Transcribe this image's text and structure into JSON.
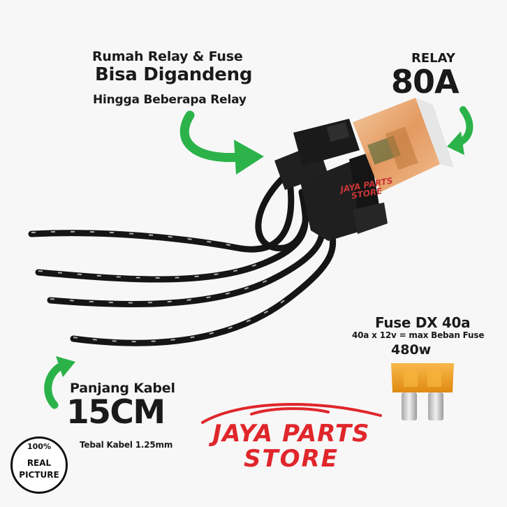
{
  "headline": {
    "line1": "Rumah Relay & Fuse",
    "line2": "Bisa Digandeng",
    "line3": "Hingga Beberapa Relay"
  },
  "relay": {
    "label": "RELAY",
    "value": "80A"
  },
  "fuse": {
    "title": "Fuse DX 40a",
    "formula": "40a x 12v = max Beban Fuse",
    "watt": "480w"
  },
  "cable": {
    "label": "Panjang Kabel",
    "length": "15CM",
    "thickness": "Tebal Kabel 1.25mm"
  },
  "badge": {
    "percent": "100%",
    "line1": "REAL",
    "line2": "PICTURE"
  },
  "brand": {
    "line1": "JAYA PARTS",
    "line2": "STORE",
    "watermark_line1": "JAYA PARTS",
    "watermark_line2": "STORE"
  },
  "colors": {
    "arrow": "#2bb34a",
    "brand": "#e0262b",
    "relay_body": "#e8a56a",
    "fuse_body": "#f2a022",
    "housing": "#1d1d1d",
    "wire": "#151515",
    "background": "#f7f7f7"
  },
  "icons": [
    "curved-arrow-icon",
    "badge-ring-icon",
    "car-swoosh-icon"
  ]
}
